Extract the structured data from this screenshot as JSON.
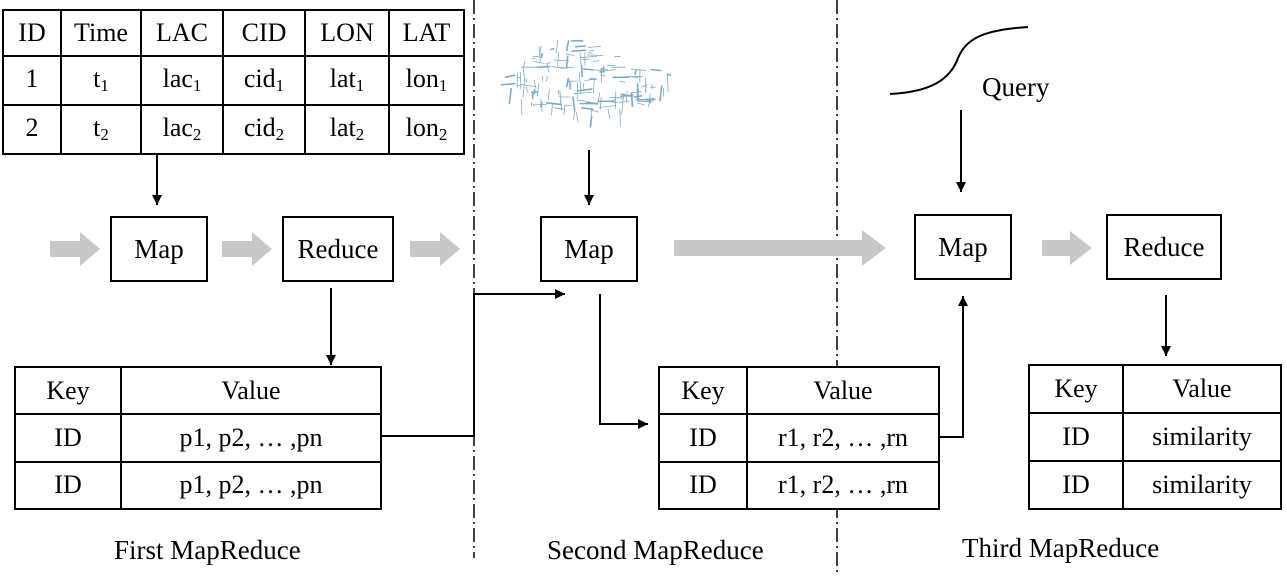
{
  "input_table": {
    "headers": [
      "ID",
      "Time",
      "LAC",
      "CID",
      "LON",
      "LAT"
    ],
    "rows": [
      [
        [
          "1",
          ""
        ],
        [
          "t",
          "1"
        ],
        [
          "lac",
          "1"
        ],
        [
          "cid",
          "1"
        ],
        [
          "lat",
          "1"
        ],
        [
          "lon",
          "1"
        ]
      ],
      [
        [
          "2",
          ""
        ],
        [
          "t",
          "2"
        ],
        [
          "lac",
          "2"
        ],
        [
          "cid",
          "2"
        ],
        [
          "lat",
          "2"
        ],
        [
          "lon",
          "2"
        ]
      ]
    ]
  },
  "stage1": {
    "map_label": "Map",
    "reduce_label": "Reduce",
    "table": {
      "headers": [
        "Key",
        "Value"
      ],
      "rows": [
        [
          "ID",
          "p1, p2, … ,pn"
        ],
        [
          "ID",
          "p1, p2, … ,pn"
        ]
      ]
    },
    "caption": "First MapReduce"
  },
  "stage2": {
    "map_label": "Map",
    "table": {
      "headers": [
        "Key",
        "Value"
      ],
      "rows": [
        [
          "ID",
          "r1, r2, … ,rn"
        ],
        [
          "ID",
          "r1, r2, … ,rn"
        ]
      ]
    },
    "caption": "Second MapReduce"
  },
  "stage3": {
    "query_label": "Query",
    "map_label": "Map",
    "reduce_label": "Reduce",
    "table": {
      "headers": [
        "Key",
        "Value"
      ],
      "rows": [
        [
          "ID",
          "similarity"
        ],
        [
          "ID",
          "similarity"
        ]
      ]
    },
    "caption": "Third MapReduce"
  },
  "colors": {
    "line": "#000000",
    "flow_arrow": "#c8c8c8",
    "road_network": "#7fa9c9"
  }
}
